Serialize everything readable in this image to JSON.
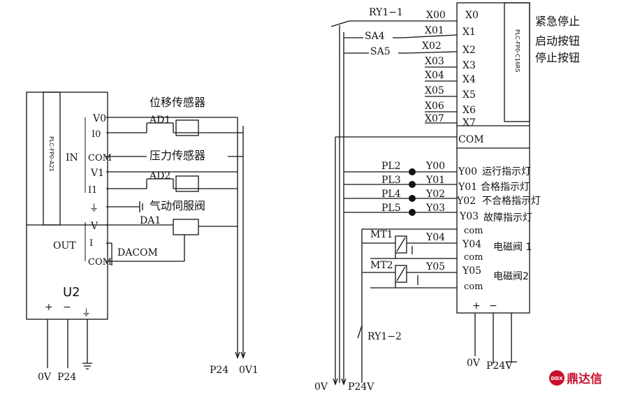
{
  "left_module": {
    "model": "PLC-FP0-A21",
    "name": "U2",
    "in_label": "IN",
    "out_label": "OUT",
    "terminals": [
      "V0",
      "I0",
      "COM",
      "V1",
      "I1",
      "V",
      "I",
      "COM"
    ],
    "earth_symbol": "⏚",
    "plus": "+",
    "minus": "−"
  },
  "left_labels": {
    "displacement_sensor": "位移传感器",
    "pressure_sensor": "压力传感器",
    "servo_valve": "气动伺服阀",
    "ad1": "AD1",
    "ad2": "AD2",
    "da1": "DA1",
    "dacom": "DACOM",
    "bottom_0v": "0V",
    "bottom_p24": "P24",
    "right_p24": "P24",
    "right_0v1": "0V1"
  },
  "right_module": {
    "model": "PLC-FP0-C16RS",
    "inputs": [
      "X0",
      "X1",
      "X2",
      "X3",
      "X4",
      "X5",
      "X6",
      "X7"
    ],
    "com": "COM",
    "plus": "+",
    "minus": "−"
  },
  "input_wires": [
    "X00",
    "X01",
    "X02",
    "X03",
    "X04",
    "X05",
    "X06",
    "X07"
  ],
  "input_devices": {
    "ry1_1": "RY1−1",
    "sa4": "SA4",
    "sa5": "SA5",
    "ry1_2": "RY1−2"
  },
  "input_functions": {
    "x0": "紧急停止",
    "x1": "启动按钮",
    "x2": "停止按钮"
  },
  "outputs": {
    "lamps": [
      {
        "device": "PL2",
        "wire": "Y00",
        "terminal": "Y00",
        "function": "运行指示灯"
      },
      {
        "device": "PL3",
        "wire": "Y01",
        "terminal": "Y01",
        "function": "合格指示灯"
      },
      {
        "device": "PL4",
        "wire": "Y02",
        "terminal": "Y02",
        "function": "不合格指示灯"
      },
      {
        "device": "PL5",
        "wire": "Y03",
        "terminal": "Y03",
        "function": "故障指示灯"
      }
    ],
    "com_label": "com",
    "valves": [
      {
        "device": "MT1",
        "wire": "Y04",
        "terminal": "Y04",
        "function": "电磁阀 1"
      },
      {
        "device": "MT2",
        "wire": "Y05",
        "terminal": "Y05",
        "function": "电磁阀2"
      }
    ]
  },
  "right_bottom": {
    "v0": "0V",
    "p24v": "P24V"
  },
  "bottom_left": {
    "v0": "0V",
    "p24v": "P24V"
  },
  "watermark": "鼎达信",
  "watermark_logo_text": "DDX"
}
